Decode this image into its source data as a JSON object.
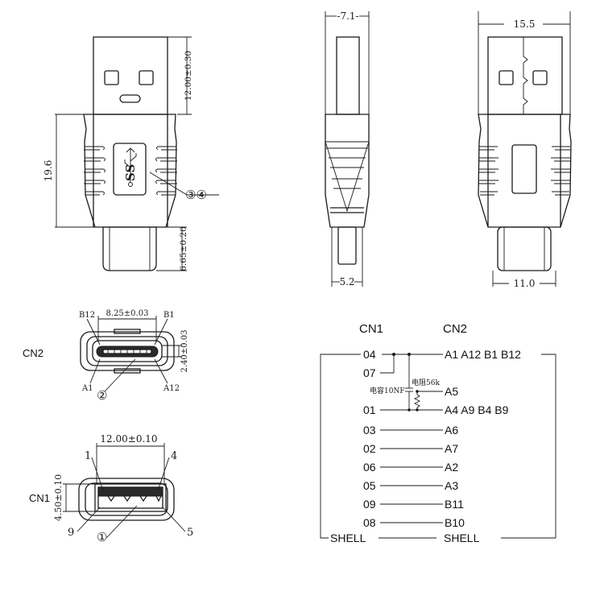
{
  "dimensions": {
    "head_width": "-7.1-",
    "body_width": "15.5",
    "plug_length": "12.00±0.30",
    "overall_length": "19.6",
    "typec_length": "6.65±0.20",
    "side_tip_width": "5.2",
    "typec_width": "11.0",
    "typec_opening_width": "8.25±0.03",
    "typec_opening_height": "2.40±0.03",
    "usba_opening_width": "12.00±0.10",
    "usba_opening_height": "4.50±0.10"
  },
  "callouts": {
    "part_3_4": "③④",
    "part_2": "②",
    "part_1": "①"
  },
  "typec_pins": {
    "b12": "B12",
    "b1": "B1",
    "a1": "A1",
    "a12": "A12"
  },
  "usba_pins": {
    "p1": "1",
    "p4": "4",
    "p9": "9",
    "p5": "5"
  },
  "labels": {
    "cn2_view": "CN2",
    "cn1_view": "CN1",
    "cn1_header": "CN1",
    "cn2_header": "CN2",
    "resistor": "电阻56k",
    "capacitor": "电容10NF"
  },
  "wiring": {
    "cn1_pins": [
      "04",
      "07",
      "01",
      "03",
      "02",
      "06",
      "05",
      "09",
      "08"
    ],
    "cn2_pins": [
      "A1 A12 B1 B12",
      "A5",
      "A4 A9 B4 B9",
      "A6",
      "A7",
      "A2",
      "A3",
      "B11",
      "B10"
    ],
    "shell_left": "SHELL",
    "shell_right": "SHELL"
  }
}
